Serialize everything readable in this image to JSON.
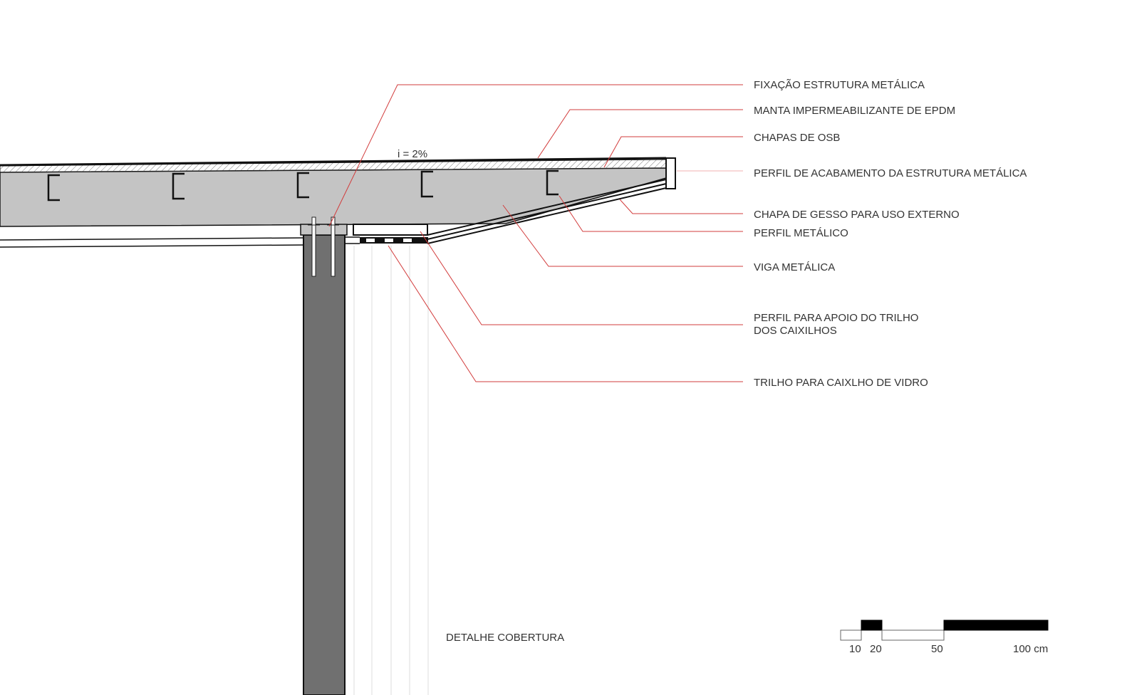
{
  "title": "DETALHE COBERTURA",
  "slope_label": "i = 2%",
  "labels": [
    {
      "text": "FIXAÇÃO ESTRUTURA METÁLICA"
    },
    {
      "text": "MANTA IMPERMEABILIZANTE DE EPDM"
    },
    {
      "text": "CHAPAS DE OSB"
    },
    {
      "text": "PERFIL DE ACABAMENTO DA ESTRUTURA METÁLICA"
    },
    {
      "text": "CHAPA DE GESSO PARA USO EXTERNO"
    },
    {
      "text": "PERFIL METÁLICO"
    },
    {
      "text": "VIGA METÁLICA"
    },
    {
      "text": "PERFIL PARA APOIO DO TRILHO",
      "text2": "DOS CAIXILHOS"
    },
    {
      "text": "TRILHO PARA CAIXLHO DE VIDRO"
    }
  ],
  "scale_bar": {
    "ticks": [
      "10",
      "20",
      "50",
      "100 cm"
    ]
  },
  "colors": {
    "leader": "#d23c3c",
    "beam": "#c4c4c4",
    "column": "#707070"
  }
}
